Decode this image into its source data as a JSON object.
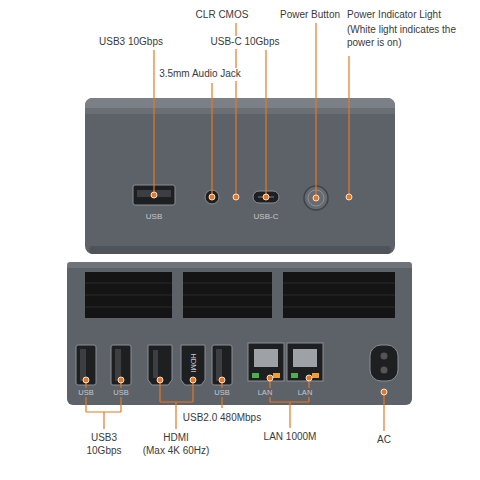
{
  "diagram": {
    "labels": [
      "USB3 10Gbps",
      "3.5mm Audio Jack",
      "CLR CMOS",
      "USB-C 10Gbps",
      "Power Button",
      "Power Indicator Light",
      "(White light indicates the power is on)",
      "USB",
      "USB-C",
      "USB",
      "USB",
      "HDMI",
      "USB",
      "LAN",
      "LAN",
      "USB3 10Gbps",
      "HDMI",
      "(Max 4K 60Hz)",
      "USB2.0 480Mbps",
      "LAN 1000M",
      "AC"
    ]
  }
}
